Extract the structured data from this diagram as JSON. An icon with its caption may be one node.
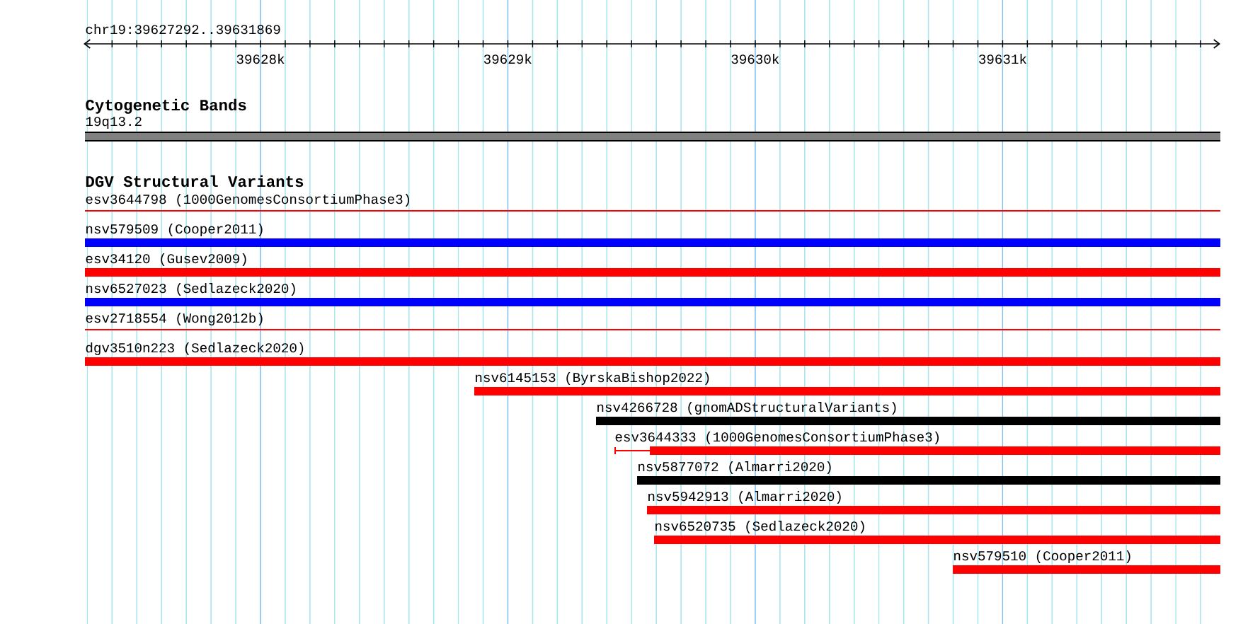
{
  "diagram": {
    "nodes": [
      {
        "text": [
          "19q13.2"
        ]
      },
      {
        "text": [
          "esv3644798 (1000GenomesConsortiumPhase3)"
        ]
      },
      {
        "text": [
          "nsv579509 (Cooper2011)"
        ]
      },
      {
        "text": [
          "esv34120 (Gusev2009)"
        ]
      },
      {
        "text": [
          "nsv6527023 (Sedlazeck2020)"
        ]
      },
      {
        "text": [
          "esv2718554 (Wong2012b)"
        ]
      },
      {
        "text": [
          "dgv3510n223 (Sedlazeck2020)"
        ]
      },
      {
        "text": [
          "nsv6145153 (ByrskaBishop2022)"
        ]
      },
      {
        "text": [
          "nsv4266728 (gnomADStructuralVariants)"
        ]
      },
      {
        "text": [
          "esv3644333 (1000GenomesConsortiumPhase3)"
        ]
      },
      {
        "text": [
          "nsv5877072 (Almarri2020)"
        ]
      },
      {
        "text": [
          "nsv5942913 (Almarri2020)"
        ]
      },
      {
        "text": [
          "nsv6520735 (Sedlazeck2020)"
        ]
      },
      {
        "text": [
          "nsv579510 (Cooper2011)"
        ]
      }
    ],
    "labels": [
      "chr19:39627292..39631869",
      "39628k",
      "39629k",
      "39630k",
      "39631k",
      "Cytogenetic Bands",
      "DGV Structural Variants"
    ]
  }
}
